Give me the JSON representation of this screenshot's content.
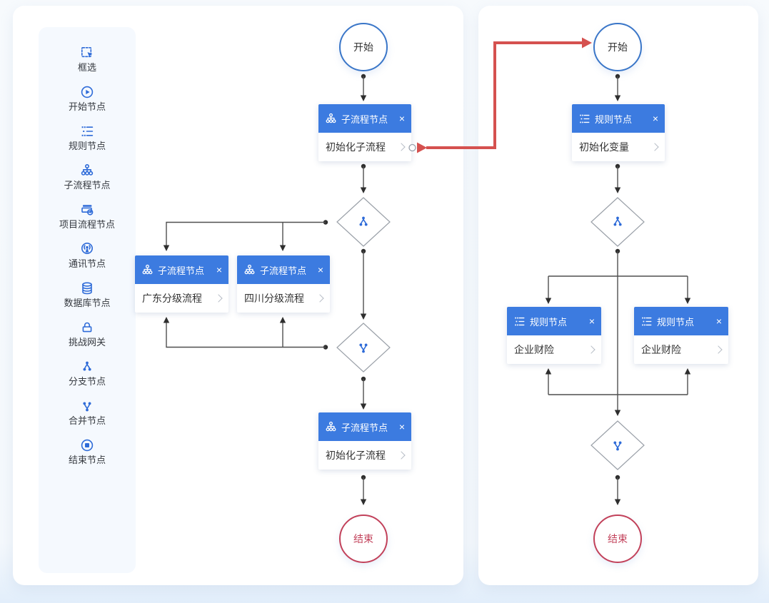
{
  "ui": {
    "close_glyph": "×"
  },
  "palette": {
    "items": [
      {
        "label": "框选",
        "icon": "marquee-select-icon"
      },
      {
        "label": "开始节点",
        "icon": "play-circle-icon"
      },
      {
        "label": "规则节点",
        "icon": "rules-list-icon"
      },
      {
        "label": "子流程节点",
        "icon": "sitemap-icon"
      },
      {
        "label": "项目流程节点",
        "icon": "project-flow-icon"
      },
      {
        "label": "通讯节点",
        "icon": "antenna-icon"
      },
      {
        "label": "数据库节点",
        "icon": "database-icon"
      },
      {
        "label": "挑战网关",
        "icon": "lock-icon"
      },
      {
        "label": "分支节点",
        "icon": "branch-icon"
      },
      {
        "label": "合并节点",
        "icon": "merge-icon"
      },
      {
        "label": "结束节点",
        "icon": "stop-circle-icon"
      }
    ]
  },
  "left_flow": {
    "start_label": "开始",
    "end_label": "结束",
    "nodes": [
      {
        "title": "子流程节点",
        "body": "初始化子流程",
        "icon": "sitemap-icon"
      },
      {
        "title": "子流程节点",
        "body": "广东分级流程",
        "icon": "sitemap-icon"
      },
      {
        "title": "子流程节点",
        "body": "四川分级流程",
        "icon": "sitemap-icon"
      },
      {
        "title": "子流程节点",
        "body": "初始化子流程",
        "icon": "sitemap-icon"
      }
    ]
  },
  "right_flow": {
    "start_label": "开始",
    "end_label": "结束",
    "nodes": [
      {
        "title": "规则节点",
        "body": "初始化变量",
        "icon": "rules-list-icon"
      },
      {
        "title": "规则节点",
        "body": "企业财险",
        "icon": "rules-list-icon"
      },
      {
        "title": "规则节点",
        "body": "企业财险",
        "icon": "rules-list-icon"
      }
    ]
  },
  "colors": {
    "header_blue": "#3c7be0",
    "icon_blue": "#2e6bd8",
    "start_border": "#3a76c8",
    "end_red": "#c2415a",
    "edge_dark": "#4f4f4f",
    "highlight_red": "#d5514f"
  }
}
